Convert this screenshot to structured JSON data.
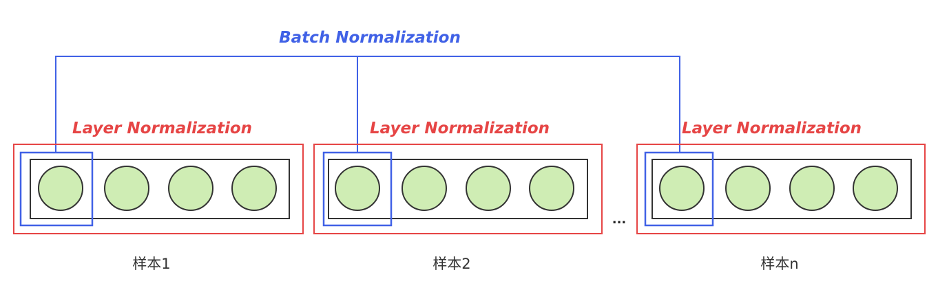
{
  "diagram": {
    "batch_label": "Batch Normalization",
    "layer_label": "Layer Normalization",
    "ellipsis": "...",
    "samples": [
      {
        "label": "样本1"
      },
      {
        "label": "样本2"
      },
      {
        "label": "样本n"
      }
    ],
    "colors": {
      "batch": "#4061e6",
      "layer": "#e64545",
      "node_fill": "#cfedb4",
      "node_stroke": "#333333",
      "inner_box": "#333333"
    }
  }
}
